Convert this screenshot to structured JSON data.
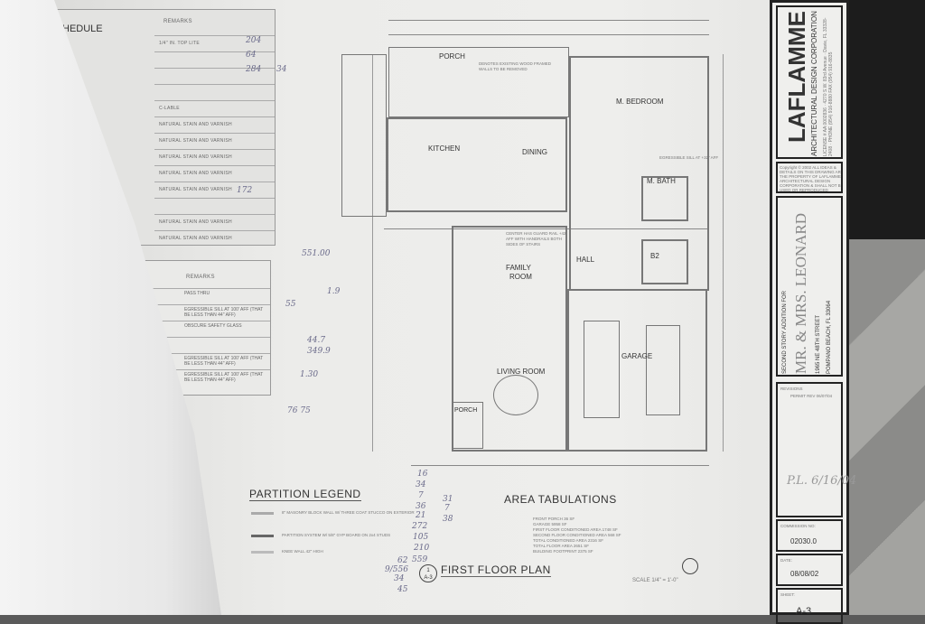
{
  "schedule": {
    "title": "HEDULE",
    "remarks_header": "REMARKS",
    "remarks": [
      "1/4\" IN. TOP LITE",
      "",
      "",
      "",
      "C-LABLE",
      "NATURAL STAIN AND VARNISH",
      "NATURAL STAIN AND VARNISH",
      "NATURAL STAIN AND VARNISH",
      "NATURAL STAIN AND VARNISH",
      "NATURAL STAIN AND VARNISH",
      "",
      "NATURAL STAIN AND VARNISH",
      "NATURAL STAIN AND VARNISH"
    ],
    "remarks2_header": "REMARKS",
    "remarks2": [
      "PASS THRU",
      "EGRESSIBLE SILL AT 100' AFF (THAT BE LESS THAN 44\" AFF)",
      "OBSCURE SAFETY GLASS",
      "",
      "EGRESSIBLE SILL AT 100' AFF (THAT BE LESS THAN 44\" AFF)",
      "EGRESSIBLE SILL AT 100' AFF (THAT BE LESS THAN 44\" AFF)"
    ]
  },
  "plan": {
    "rooms": {
      "porch_top": "PORCH",
      "kitchen": "KITCHEN",
      "dining": "DINING",
      "m_bedroom": "M. BEDROOM",
      "m_bath": "M. BATH",
      "hall": "HALL",
      "b2": "B2",
      "family": "FAMILY",
      "family2": "ROOM",
      "living": "LIVING ROOM",
      "garage": "GARAGE",
      "porch_bottom": "PORCH"
    },
    "notes": {
      "remove": "DENOTES EXISTING WOOD FRAMED WALLS TO BE REMOVED",
      "stairs": "CENTER HAS GUARD RAIL +42\" AFF WITH HANDRAILS BOTH SIDES OF STAIRS",
      "egress": "EGRESSIBLE SILL AT +32\" AFF"
    },
    "partition_legend": "PARTITION LEGEND",
    "area_tabulations": "AREA TABULATIONS",
    "area_lines": [
      "FRONT PORCH 36 SF",
      "GARAGE 5958 SF",
      "FIRST FLOOR CONDITIONED AREA 1748 SF",
      "SECOND FLOOR CONDITIONED AREA 568 SF",
      "TOTAL CONDITIONED AREA 2316 SF",
      "TOTAL FLOOR AREA 2651 SF",
      "BUILDING FOOTPRINT 2375 SF"
    ],
    "legend_lines": [
      "8\" MASONRY BLOCK WALL W/ THREE COAT STUCCO ON EXTERIOR",
      "PARTITION SYSTEM W/ 5/8\" GYP BOARD ON 2x4 STUDS",
      "KNEE WALL 42\" HIGH"
    ],
    "plan_title": "FIRST FLOOR PLAN",
    "detail_num": "1",
    "detail_sheet": "A-3",
    "scale": "SCALE 1/4\" = 1'-0\""
  },
  "title_block": {
    "firm": "LAFLAMME",
    "firm_sub": "ARCHITECTURAL DESIGN CORPORATION",
    "firm_info": "LICENSE # AA 0002836 · 4270 S.W. 83rd Avenue · Davie, FL 33328-2408 · PHONE (954) 916-8880 FAX (954) 916-8835",
    "copyright": "Copyright © 2002 ALL IDEAS & DETAILS ON THIS DRAWING ARE THE PROPERTY OF LAFLAMME ARCHITECTURAL DESIGN CORPORATION & SHALL NOT BE USED OR REPRODUCED WITHOUT WRITTEN PERMISSION",
    "project_for": "SECOND STORY ADDITION FOR",
    "client": "MR. & MRS. LEONARD",
    "address1": "1965 NE 48TH STREET",
    "address2": "POMPANO BEACH, FL 33064",
    "revisions_label": "REVISIONS",
    "revision_note": "PERMIT REV 06/07/04",
    "commission_label": "COMMISSION NO:",
    "commission": "02030.0",
    "date_label": "DATE:",
    "date": "08/08/02",
    "sheet_label": "SHEET:",
    "sheet": "A-3"
  },
  "handwriting": [
    "204",
    "64",
    "284",
    "34",
    "172",
    "55",
    "1.9",
    "551.00",
    "44.7",
    "349.9",
    "1.30",
    "76 75",
    "16",
    "34",
    "7",
    "36",
    "21",
    "272",
    "105",
    "210",
    "559",
    "31",
    "7",
    "38",
    "62",
    "9/556",
    "34",
    "45",
    "P.L. 6/16/04"
  ]
}
